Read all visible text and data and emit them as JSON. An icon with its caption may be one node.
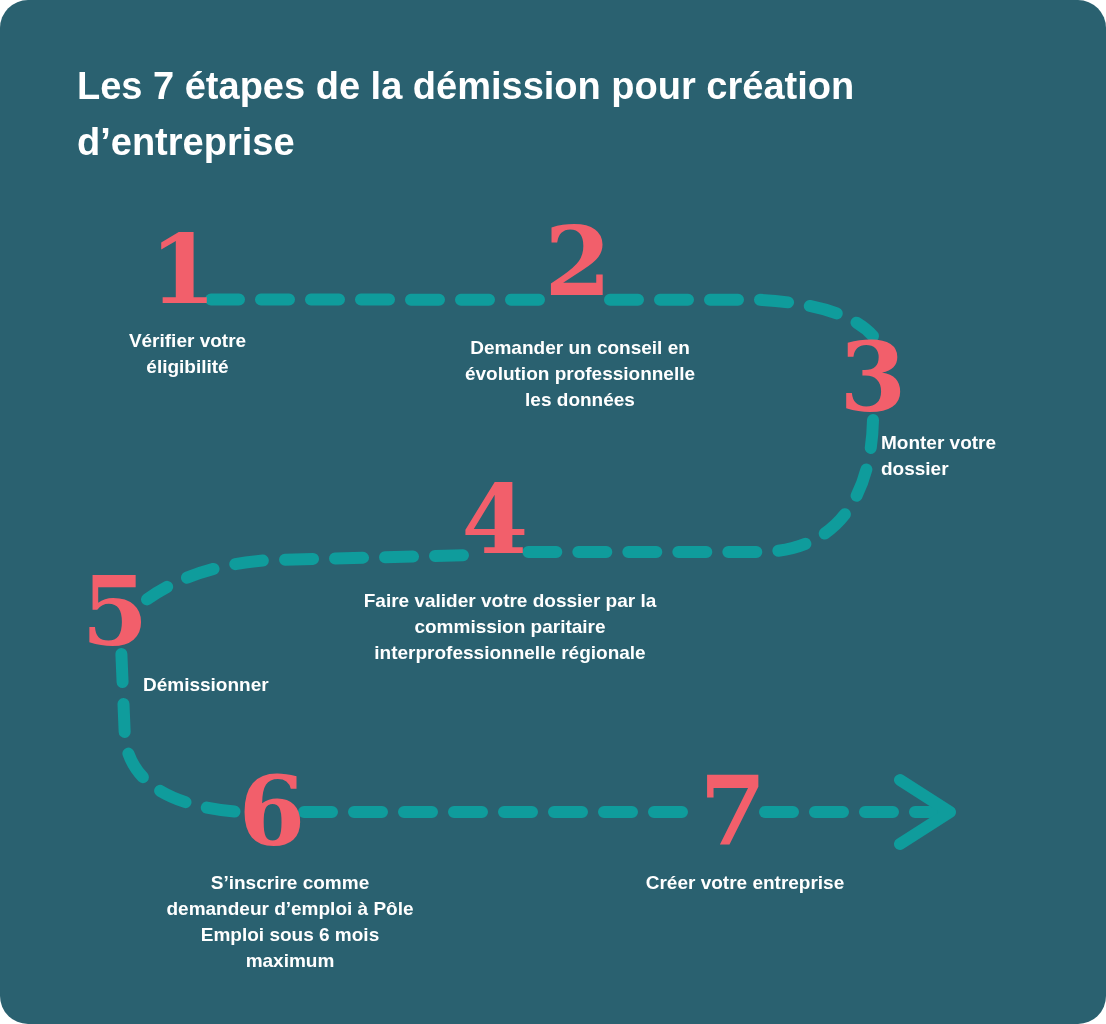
{
  "diagram": {
    "title": "Les 7 étapes de la démission pour création d’entreprise",
    "nodes": [
      {
        "text": [
          "1"
        ],
        "beside": [
          "Vérifier votre éligibilité"
        ]
      },
      {
        "text": [
          "2"
        ],
        "beside": [
          "Demander un conseil en évolution professionnelle les données"
        ]
      },
      {
        "text": [
          "3"
        ],
        "beside": [
          "Monter votre dossier"
        ]
      },
      {
        "text": [
          "4"
        ],
        "beside": [
          "Faire valider votre dossier par la commission paritaire interprofessionnelle régionale"
        ]
      },
      {
        "text": [
          "5"
        ],
        "beside": [
          "Démissionner"
        ]
      },
      {
        "text": [
          "6"
        ],
        "beside": [
          "S’inscrire comme demandeur d’emploi à Pôle Emploi sous 6 mois maximum"
        ]
      },
      {
        "text": [
          "7"
        ],
        "beside": [
          "Créer votre entreprise"
        ]
      }
    ],
    "edges": [
      {
        "from": 0,
        "to": 1,
        "arrow": "none",
        "style": "dashed",
        "color": "#0f9c9c"
      },
      {
        "from": 1,
        "to": 2,
        "arrow": "none",
        "style": "dashed",
        "color": "#0f9c9c"
      },
      {
        "from": 2,
        "to": 3,
        "arrow": "none",
        "style": "dashed",
        "color": "#0f9c9c"
      },
      {
        "from": 3,
        "to": 4,
        "arrow": "none",
        "style": "dashed",
        "color": "#0f9c9c"
      },
      {
        "from": 4,
        "to": 5,
        "arrow": "none",
        "style": "dashed",
        "color": "#0f9c9c"
      },
      {
        "from": 5,
        "to": 6,
        "arrow": "none",
        "style": "dashed",
        "color": "#0f9c9c"
      },
      {
        "from": 6,
        "to": null,
        "arrow": "to",
        "style": "dashed",
        "color": "#0f9c9c"
      }
    ]
  }
}
